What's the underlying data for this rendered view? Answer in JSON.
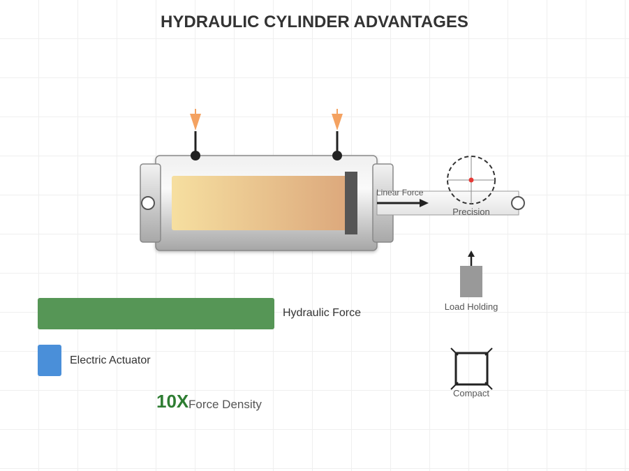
{
  "title": "HYDRAULIC CYLINDER ADVANTAGES",
  "labels": {
    "linear_force": "Linear Force",
    "precision": "Precision",
    "load_holding": "Load Holding",
    "compact": "Compact"
  },
  "comparison": {
    "hydraulic_label": "Hydraulic Force",
    "electric_label": "Electric Actuator",
    "electric_to_hydraulic_ratio": 0.1
  },
  "highlight": {
    "value": "10X",
    "caption": "Force Density"
  },
  "colors": {
    "title": "#333333",
    "hydraulic_bar": "#569656",
    "electric_bar": "#4a8fd9",
    "highlight_value": "#2e7d32",
    "port_arrow": "#f4a261",
    "precision_dot": "#e53935",
    "load_block": "#999999"
  },
  "icons": {
    "port_arrows": "arrow-down-icon",
    "load": "arrow-up-icon",
    "compact": "square-corners-icon",
    "target": "crosshair-icon"
  }
}
